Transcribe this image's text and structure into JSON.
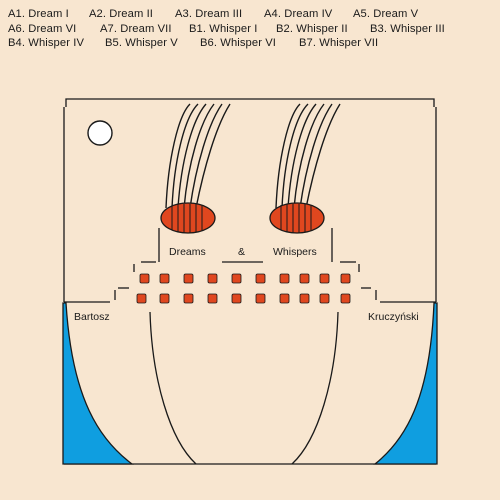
{
  "tracks": [
    "A1. Dream I",
    "A2. Dream II",
    "A3. Dream III",
    "A4. Dream IV",
    "A5. Dream V",
    "A6. Dream VI",
    "A7. Dream VII",
    "B1. Whisper I",
    "B2. Whisper II",
    "B3. Whisper III",
    "B4. Whisper IV",
    "B5. Whisper V",
    "B6. Whisper VI",
    "B7. Whisper VII"
  ],
  "labels": {
    "dreams": "Dreams",
    "ampersand": "&",
    "whispers": "Whispers",
    "left_name": "Bartosz",
    "right_name": "Kruczyński"
  },
  "colors": {
    "background": "#f8e6d0",
    "line": "#1a1a1a",
    "orange": "#e0471f",
    "blue": "#0f9ee0",
    "circle_fill": "#ffffff"
  }
}
